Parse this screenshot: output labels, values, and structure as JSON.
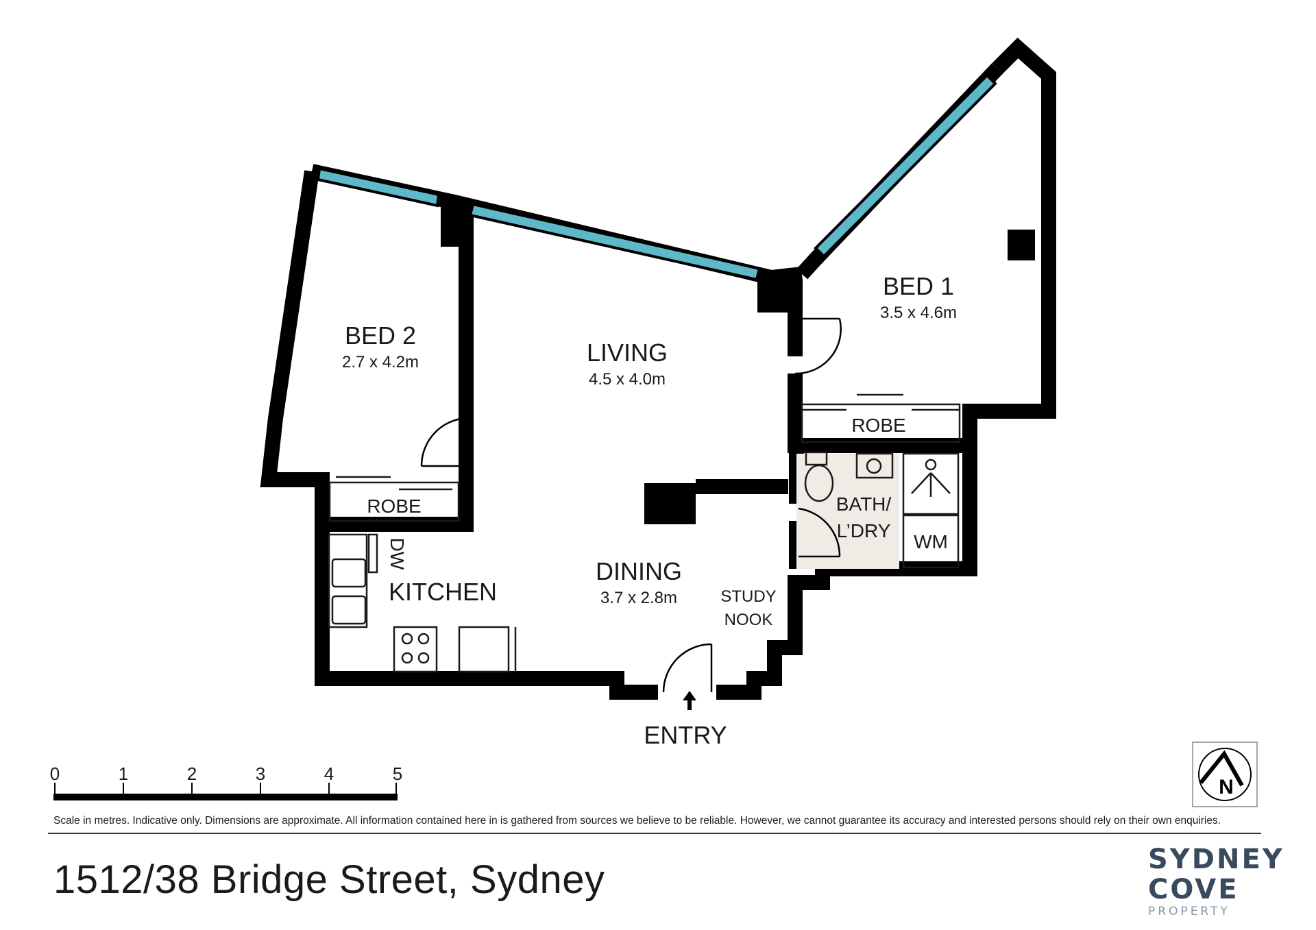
{
  "rooms": {
    "bed2": {
      "name": "BED 2",
      "size": "2.7 x 4.2m"
    },
    "living": {
      "name": "LIVING",
      "size": "4.5 x 4.0m"
    },
    "bed1": {
      "name": "BED 1",
      "size": "3.5 x 4.6m"
    },
    "dining": {
      "name": "DINING",
      "size": "3.7 x 2.8m"
    },
    "kitchen": {
      "name": "KITCHEN"
    }
  },
  "labels": {
    "robe_bed2": "ROBE",
    "robe_bed1": "ROBE",
    "bath_line1": "BATH/",
    "bath_line2": "L’DRY",
    "wm": "WM",
    "dw": "DW",
    "study_line1": "STUDY",
    "study_line2": "NOOK",
    "entry": "ENTRY"
  },
  "compass": {
    "letter": "N"
  },
  "scale": {
    "ticks": [
      "0",
      "1",
      "2",
      "3",
      "4",
      "5"
    ]
  },
  "disclaimer": "Scale in metres. Indicative only. Dimensions are approximate. All information contained here in is gathered from sources we believe to be reliable. However, we cannot guarantee its accuracy and interested persons should rely on their own enquiries.",
  "address": "1512/38 Bridge Street, Sydney",
  "brand": {
    "line1": "SYDNEY",
    "line2": "COVE",
    "line3": "PROPERTY"
  },
  "colors": {
    "wall": "#000000",
    "glass": "#5fb8c8",
    "tile": "#f0ebe4",
    "brand": "#3a4a5e"
  }
}
